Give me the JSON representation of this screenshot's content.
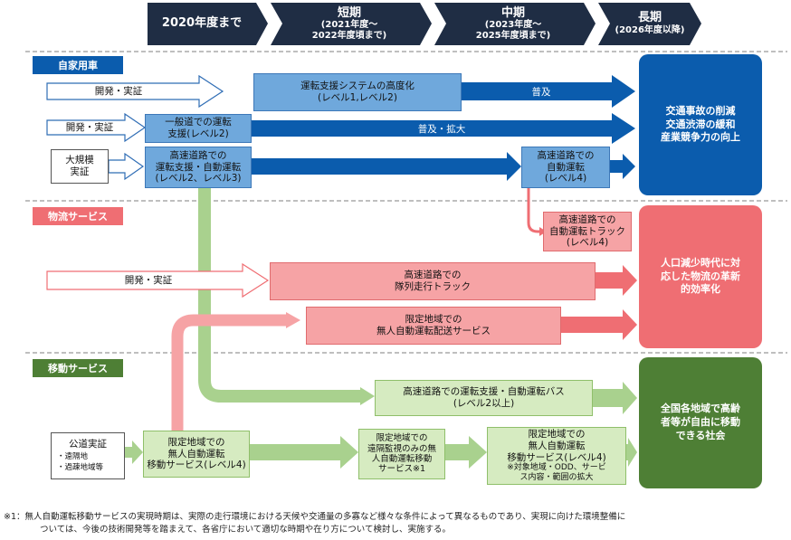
{
  "header": {
    "p1": {
      "title": "2020年度まで"
    },
    "p2": {
      "title": "短期",
      "sub": "(2021年度～\n2022年度頃まで)"
    },
    "p3": {
      "title": "中期",
      "sub": "(2023年度～\n2025年度頃まで)"
    },
    "p4": {
      "title": "長期",
      "sub": "(2026年度以降)"
    }
  },
  "sections": {
    "jika": "自家用車",
    "butsuryu": "物流サービス",
    "ido": "移動サービス"
  },
  "jika": {
    "dev1": "開発・実証",
    "adas": "運転支援システムの高度化\n(レベル1,レベル2)",
    "fukyu": "普及",
    "dev2": "開発・実証",
    "ippan": "一般道での運転\n支援(レベル2)",
    "fukyu_kakudai": "普及・拡大",
    "daikibo": "大規模\n実証",
    "kosoku": "高速道路での\n運転支援・自動運転\n(レベル2、レベル3)",
    "kosoku4": "高速道路での\n自動運転\n(レベル4)"
  },
  "butsuryu": {
    "truck4": "高速道路での\n自動運転トラック\n(レベル4)",
    "dev": "開発・実証",
    "platoon": "高速道路での\n隊列走行トラック",
    "delivery": "限定地域での\n無人自動運転配送サービス"
  },
  "ido": {
    "bus": "高速道路での運転支援・自動運転バス\n(レベル2以上)",
    "koukyo_title": "公道実証",
    "koukyo_item1": "・遠隔地",
    "koukyo_item2": "・過疎地域等",
    "mujin4": "限定地域での\n無人自動運転\n移動サービス(レベル4)",
    "remote": "限定地域での\n遠隔監視のみの無\n人自動運転移動\nサービス※1",
    "mujin4b": "限定地域での\n無人自動運転\n移動サービス(レベル4)",
    "mujin4b_note": "※対象地域・ODD、サービ\nス内容・範囲の拡大"
  },
  "goals": {
    "blue": "交通事故の削減\n交通渋滞の緩和\n産業競争力の向上",
    "pink": "人口減少時代に対\n応した物流の革新\n的効率化",
    "green": "全国各地域で高齢\n者等が自由に移動\nできる社会"
  },
  "notes": {
    "line1": "※1：無人自動運転移動サービスの実現時期は、実際の走行環境における天候や交通量の多寡など様々な条件によって異なるものであり、実現に向けた環境整備に",
    "line2": "ついては、今後の技術開発等を踏まえて、各省庁において適切な時期や在り方について検討し、実施する。"
  },
  "colors": {
    "navy": "#1f2d44",
    "blue": "#0b5cad",
    "pink": "#ef6e73",
    "green": "#4e7f35"
  }
}
